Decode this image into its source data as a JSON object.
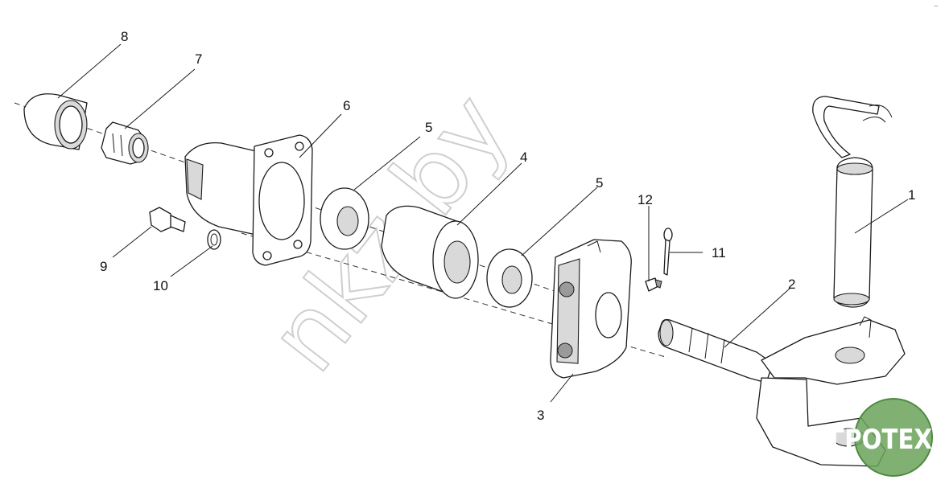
{
  "diagram": {
    "callouts": [
      {
        "id": "1",
        "label": "1"
      },
      {
        "id": "2",
        "label": "2"
      },
      {
        "id": "3",
        "label": "3"
      },
      {
        "id": "4",
        "label": "4"
      },
      {
        "id": "5a",
        "label": "5"
      },
      {
        "id": "5b",
        "label": "5"
      },
      {
        "id": "6",
        "label": "6"
      },
      {
        "id": "7",
        "label": "7"
      },
      {
        "id": "8",
        "label": "8"
      },
      {
        "id": "9",
        "label": "9"
      },
      {
        "id": "10",
        "label": "10"
      },
      {
        "id": "11",
        "label": "11"
      },
      {
        "id": "12",
        "label": "12"
      }
    ],
    "watermark": "nkz.by",
    "logo": "АГРОТЕХ",
    "logo_color": "#6aa35a",
    "corner_mark": "~"
  }
}
